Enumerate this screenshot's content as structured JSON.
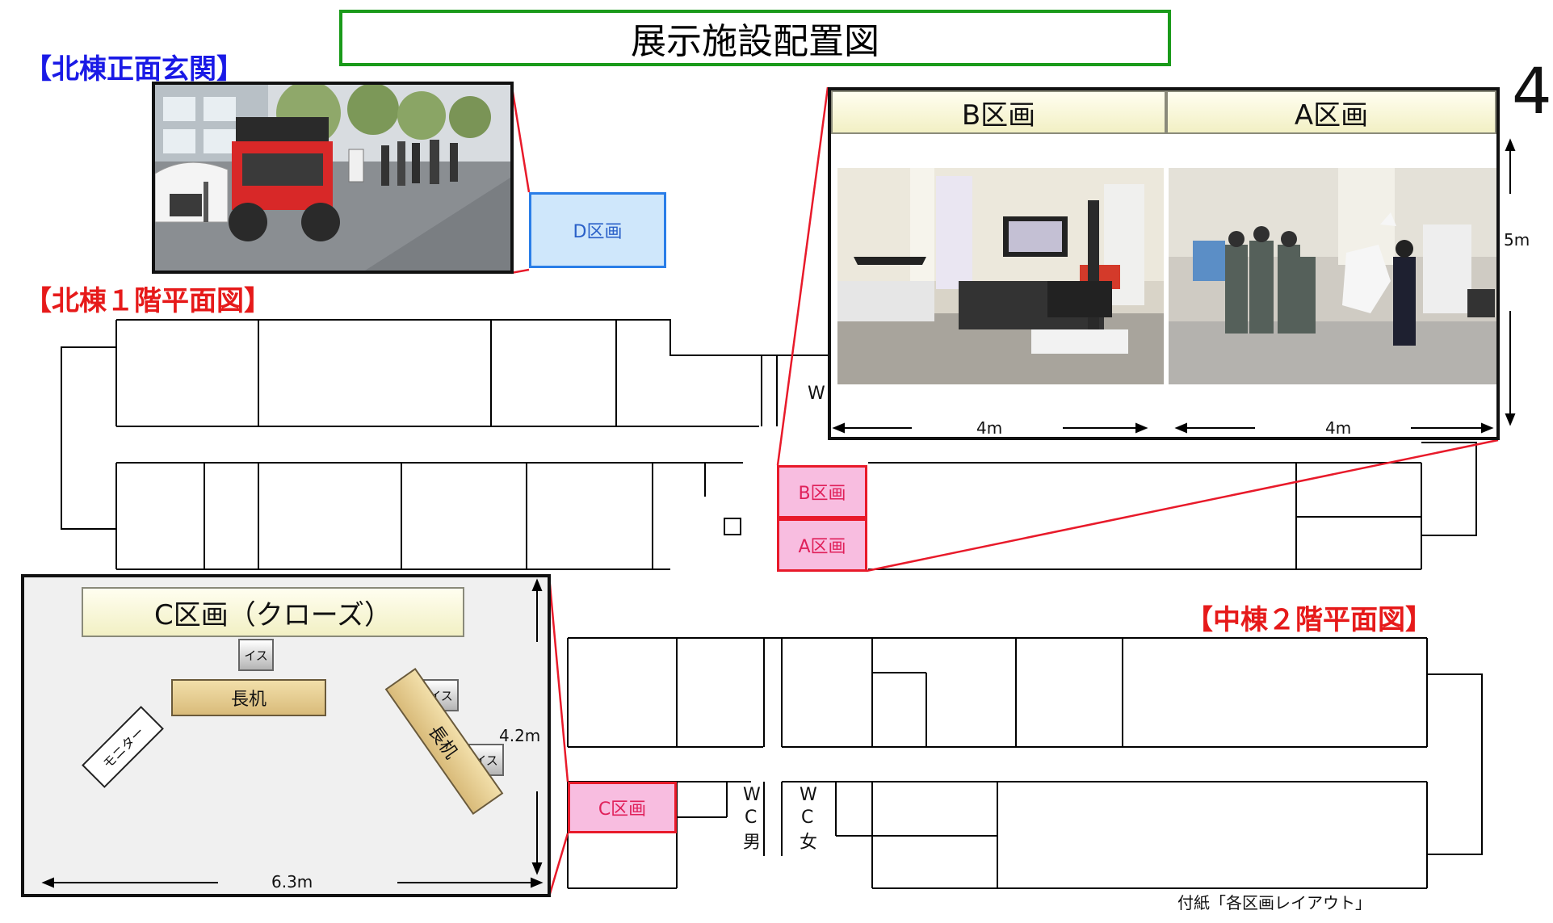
{
  "title": "展示施設配置図",
  "headings": {
    "north_entrance": "【北棟正面玄関】",
    "north_floor1": "【北棟１階平面図】",
    "middle_floor2": "【中棟２階平面図】"
  },
  "zones": {
    "d": "D区画",
    "b": "B区画",
    "a": "A区画",
    "c": "C区画"
  },
  "panel_ab": {
    "b_header": "B区画",
    "a_header": "A区画",
    "dim_height": "5m",
    "dim_b_width": "4m",
    "dim_a_width": "4m"
  },
  "panel_c": {
    "header": "C区画（クローズ）",
    "chair": "イス",
    "desk": "長机",
    "monitor": "モニター",
    "dim_height": "4.2m",
    "dim_width": "6.3m"
  },
  "floorplan": {
    "wc_north": "W",
    "wc_male_w": "W",
    "wc_male_c": "C",
    "wc_male": "男",
    "wc_female_w": "W",
    "wc_female_c": "C",
    "wc_female": "女"
  },
  "page_number": "4",
  "footer_note": "付紙「各区画レイアウト」",
  "colors": {
    "title_border": "#1a9a1a",
    "heading_blue": "#1a1ae6",
    "heading_red": "#e61a1a",
    "zone_pink": "#f8bde0",
    "zone_blue": "#cfe7fb",
    "connector_red": "#e81a2a"
  }
}
